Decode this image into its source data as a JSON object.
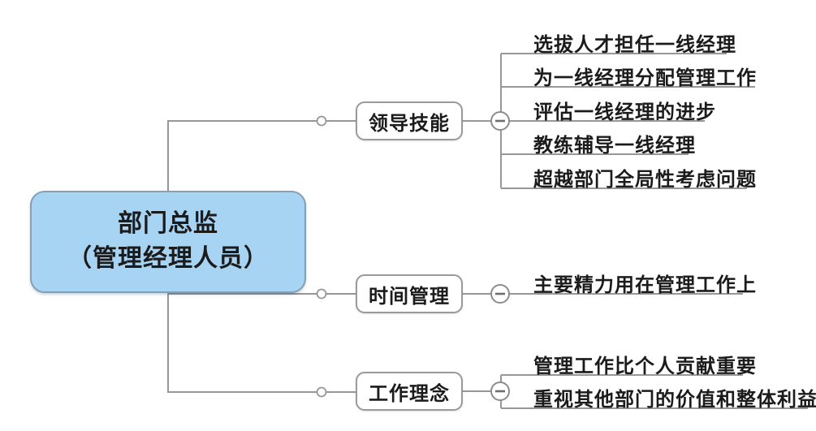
{
  "diagram": {
    "type": "mindmap",
    "root": {
      "title_line1": "部门总监",
      "title_line2": "（管理经理人员）"
    },
    "branches": [
      {
        "label": "领导技能",
        "children": [
          "选拔人才担任一线经理",
          "为一线经理分配管理工作",
          "评估一线经理的进步",
          "教练辅导一线经理",
          "超越部门全局性考虑问题"
        ]
      },
      {
        "label": "时间管理",
        "children": [
          "主要精力用在管理工作上"
        ]
      },
      {
        "label": "工作理念",
        "children": [
          "管理工作比个人贡献重要",
          "重视其他部门的价值和整体利益"
        ]
      }
    ],
    "icons": {
      "collapse_button": "minus",
      "junction_dot": "circle"
    },
    "colors": {
      "background": "#ffffff",
      "root_fill": "#a8d4f4",
      "root_border": "#84a0b6",
      "node_fill": "#ffffff",
      "node_border": "#9a9a9a",
      "connector_line": "#979797",
      "text": "#1b1b1b"
    }
  }
}
